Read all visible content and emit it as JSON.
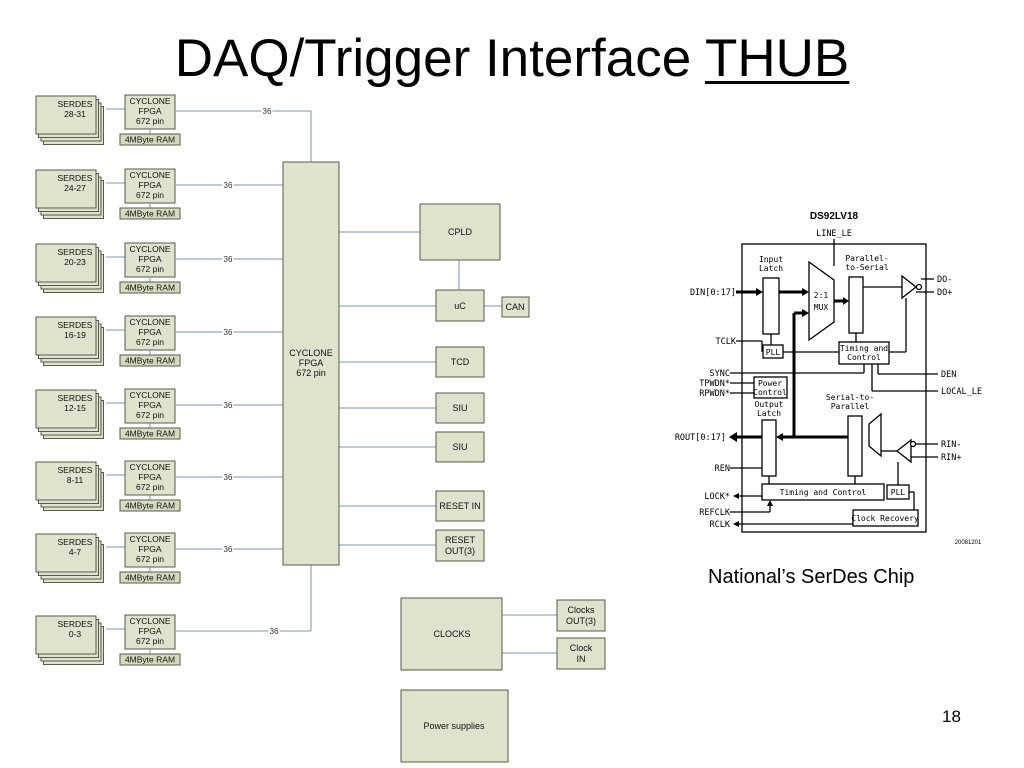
{
  "title": {
    "main": "DAQ/Trigger Interface",
    "underlined": "THUB"
  },
  "block_diagram": {
    "fpga_lines": [
      "CYCLONE",
      "FPGA",
      "672 pin"
    ],
    "ram_label": "4MByte RAM",
    "serdes_word": "SERDES",
    "bus_label": "36",
    "groups": [
      {
        "serdes": "28-31"
      },
      {
        "serdes": "24-27"
      },
      {
        "serdes": "20-23"
      },
      {
        "serdes": "16-19"
      },
      {
        "serdes": "12-15"
      },
      {
        "serdes": "8-11"
      },
      {
        "serdes": "4-7"
      },
      {
        "serdes": "0-3"
      }
    ],
    "central_fpga": [
      "CYCLONE",
      "FPGA",
      "672 pin"
    ],
    "cpld": "CPLD",
    "uc": "uC",
    "can": "CAN",
    "tcd": "TCD",
    "siu1": "SIU",
    "siu2": "SIU",
    "reset_in": "RESET IN",
    "reset_out": [
      "RESET",
      "OUT(3)"
    ],
    "clocks": "CLOCKS",
    "clocks_out": [
      "Clocks",
      "OUT(3)"
    ],
    "clock_in": [
      "Clock",
      "IN"
    ],
    "power": "Power supplies"
  },
  "chip": {
    "name": "DS92LV18",
    "line_le": "LINE_LE",
    "input_latch": [
      "Input",
      "Latch"
    ],
    "parallel_to_serial": [
      "Parallel-",
      "to-Serial"
    ],
    "mux": [
      "2:1",
      "MUX"
    ],
    "pll": "PLL",
    "timing_control_top": [
      "Timing and",
      "Control"
    ],
    "power_control": [
      "Power",
      "Control"
    ],
    "output_latch": [
      "Output",
      "Latch"
    ],
    "serial_to_parallel": [
      "Serial-to-",
      "Parallel"
    ],
    "timing_control_bottom": "Timing and Control",
    "pll_bottom": "PLL",
    "clock_recovery": "Clock Recovery",
    "pins_left": {
      "din": "DIN[0:17]",
      "tclk": "TCLK",
      "sync": "SYNC",
      "tpwdn": "TPWDN*",
      "rpwdn": "RPWDN*",
      "rout": "ROUT[0:17]",
      "ren": "REN",
      "lock": "LOCK*",
      "refclk": "REFCLK",
      "rclk": "RCLK"
    },
    "pins_right": {
      "do_minus": "DO-",
      "do_plus": "DO+",
      "den": "DEN",
      "local_le": "LOCAL_LE",
      "rin_minus": "RIN-",
      "rin_plus": "RIN+"
    },
    "figure_id": "20081201"
  },
  "caption": "National’s SerDes Chip",
  "page_number": "18"
}
